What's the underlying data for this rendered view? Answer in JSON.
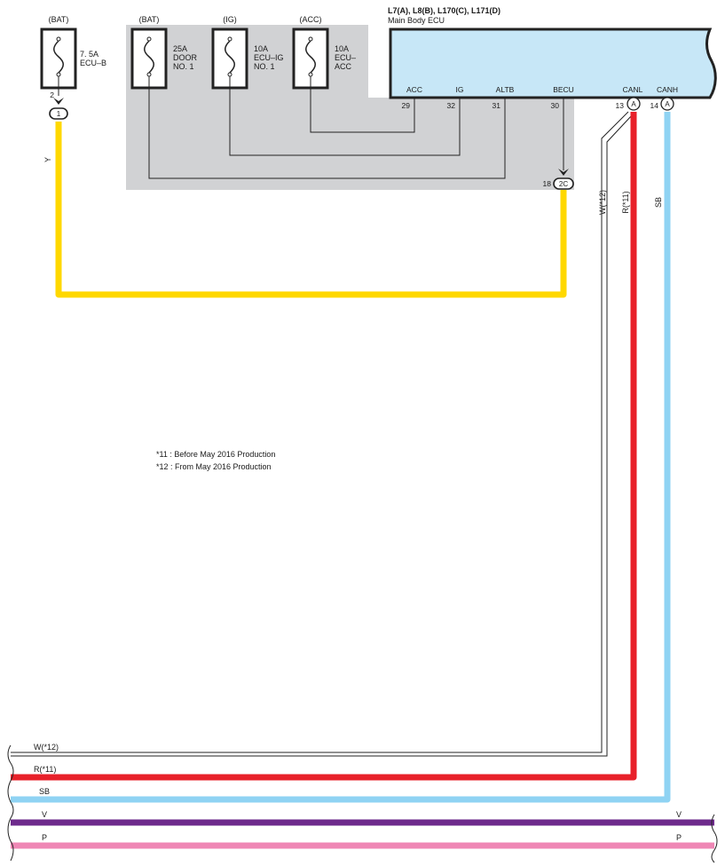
{
  "fuses": [
    {
      "supply": "(BAT)",
      "line1": "7. 5A",
      "line2": "ECU–B",
      "line3": ""
    },
    {
      "supply": "(BAT)",
      "line1": "25A",
      "line2": "DOOR",
      "line3": "NO. 1"
    },
    {
      "supply": "(IG)",
      "line1": "10A",
      "line2": "ECU–IG",
      "line3": "NO. 1"
    },
    {
      "supply": "(ACC)",
      "line1": "10A",
      "line2": "ECU–",
      "line3": "ACC"
    }
  ],
  "ecu": {
    "connectors": "L7(A), L8(B), L170(C), L171(D)",
    "name": "Main Body ECU",
    "terminals": [
      {
        "name": "ACC",
        "pin": "29"
      },
      {
        "name": "IG",
        "pin": "32"
      },
      {
        "name": "ALTB",
        "pin": "31"
      },
      {
        "name": "BECU",
        "pin": "30"
      },
      {
        "name": "CANL",
        "pin": "13",
        "conn": "A"
      },
      {
        "name": "CANH",
        "pin": "14",
        "conn": "A"
      }
    ]
  },
  "junctions": {
    "ecub_pin": "2",
    "ecub_conn": "1",
    "becu_pin": "18",
    "becu_conn": "2C"
  },
  "wires": {
    "y": "Y",
    "w12": "W(*12)",
    "r11": "R(*11)",
    "sb": "SB",
    "v": "V",
    "p": "P"
  },
  "notes": [
    "*11 : Before May 2016 Production",
    "*12 : From May 2016 Production"
  ],
  "colors": {
    "yellow": "#ffd800",
    "red": "#e8212a",
    "sky_blue": "#8fd3f3",
    "violet": "#6e2b8c",
    "pink": "#ef87b5",
    "ecu_fill": "#c7e7f7",
    "shade": "#d1d2d4"
  }
}
